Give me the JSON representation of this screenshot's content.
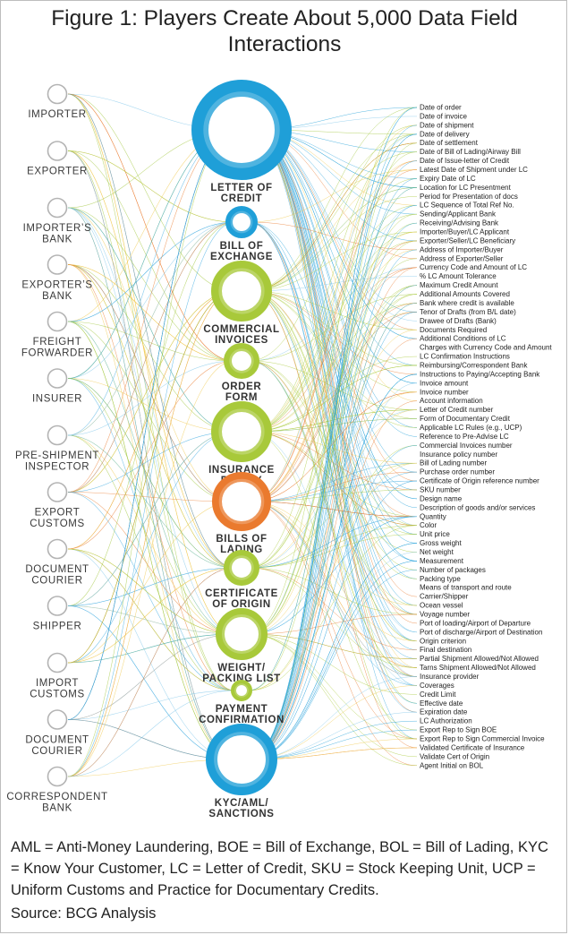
{
  "title_line1": "Figure 1: Players Create About  5,000 Data Field",
  "title_line2": "Interactions",
  "players": [
    [
      "IMPORTER"
    ],
    [
      "EXPORTER"
    ],
    [
      "IMPORTER’S",
      "BANK"
    ],
    [
      "EXPORTER’S",
      "BANK"
    ],
    [
      "FREIGHT",
      "FORWARDER"
    ],
    [
      "INSURER"
    ],
    [
      "PRE-SHIPMENT",
      "INSPECTOR"
    ],
    [
      "EXPORT",
      "CUSTOMS"
    ],
    [
      "DOCUMENT",
      "COURIER"
    ],
    [
      "SHIPPER"
    ],
    [
      "IMPORT",
      "CUSTOMS"
    ],
    [
      "DOCUMENT",
      "COURIER"
    ],
    [
      "CORRESPONDENT",
      "BANK"
    ]
  ],
  "documents": [
    {
      "label": [
        "LETTER OF",
        "CREDIT"
      ],
      "color": "#1f9fd8"
    },
    {
      "label": [
        "BILL OF",
        "EXCHANGE"
      ],
      "color": "#1f9fd8"
    },
    {
      "label": [
        "COMMERCIAL",
        "INVOICES"
      ],
      "color": "#a8c93a"
    },
    {
      "label": [
        "ORDER",
        "FORM"
      ],
      "color": "#a8c93a"
    },
    {
      "label": [
        "INSURANCE",
        "POLICY"
      ],
      "color": "#a8c93a"
    },
    {
      "label": [
        "BILLS OF",
        "LADING"
      ],
      "color": "#ea7a2e"
    },
    {
      "label": [
        "CERTIFICATE",
        "OF ORIGIN"
      ],
      "color": "#a8c93a"
    },
    {
      "label": [
        "WEIGHT/",
        "PACKING LIST"
      ],
      "color": "#a8c93a"
    },
    {
      "label": [
        "PAYMENT",
        "CONFIRMATION"
      ],
      "color": "#a8c93a"
    },
    {
      "label": [
        "KYC/AML/",
        "SANCTIONS"
      ],
      "color": "#1f9fd8"
    }
  ],
  "fields": [
    "Date of order",
    "Date of invoice",
    "Date of shipment",
    "Date of delivery",
    "Date of settlement",
    "Date of Bill of Lading/Airway Bill",
    "Date of Issue-letter of Credit",
    "Latest Date of Shipment under LC",
    "Expiry Date of LC",
    "Location for LC Presentment",
    "Period for Presentation of docs",
    "LC Sequence of Total Ref No.",
    "Sending/Applicant Bank",
    "Receiving/Advising Bank",
    "Importer/Buyer/LC Applicant",
    "Exporter/Seller/LC Beneficiary",
    "Address of Importer/Buyer",
    "Address of Exporter/Seller",
    "Currency Code and Amount of LC",
    "% LC Amount Tolerance",
    "Maximum Credit Amount",
    "Additional Amounts Covered",
    "Bank where credit is available",
    "Tenor of Drafts (from B/L date)",
    "Drawee of Drafts (Bank)",
    "Documents Required",
    "Additional Conditions of LC",
    "Charges with Currency Code and Amount",
    "LC Confirmation Instructions",
    "Reimbursing/Correspondent Bank",
    "Instructions to Paying/Accepting Bank",
    "Invoice amount",
    "Invoice number",
    "Account information",
    "Letter of Credit number",
    "Form of Documentary Credit",
    "Applicable LC Rules (e.g., UCP)",
    "Reference to Pre-Advise LC",
    "Commercial Invoices number",
    "Insurance policy number",
    "Bill of Lading number",
    "Purchase order number",
    "Certificate of Origin reference number",
    "SKU number",
    "Design name",
    "Description of goods and/or services",
    "Quantity",
    "Color",
    "Unit price",
    "Gross weight",
    "Net weight",
    "Measurement",
    "Number of packages",
    "Packing type",
    "Means of transport and route",
    "Carrier/Shipper",
    "Ocean vessel",
    "Voyage number",
    "Port of loading/Airport of Departure",
    "Port of discharge/Airport of Destination",
    "Origin criterion",
    "Final destination",
    "Partial Shipment Allowed/Not Allowed",
    "Tarns Shipment Allowed/Not Allowed",
    "Insurance provider",
    "Coverages",
    "Credit Limit",
    "Effective date",
    "Expiration date",
    "LC Authorization",
    "Export Rep to Sign BOE",
    "Export Rep to Sign Commercial Invoice",
    "Validated Certificate of Insurance",
    "Validate Cert of Origin",
    "Agent Initial on BOL"
  ],
  "legend": "AML = Anti-Money Laundering, BOE = Bill of Exchange, BOL = Bill of Lading, KYC = Know Your Customer, LC = Letter of Credit, SKU = Stock Keeping Unit, UCP = Uniform Customs and Practice for Documentary Credits.",
  "source": "Source: BCG Analysis",
  "colors": {
    "blue": "#1f9fd8",
    "green": "#a8c93a",
    "orange": "#ea7a2e"
  }
}
